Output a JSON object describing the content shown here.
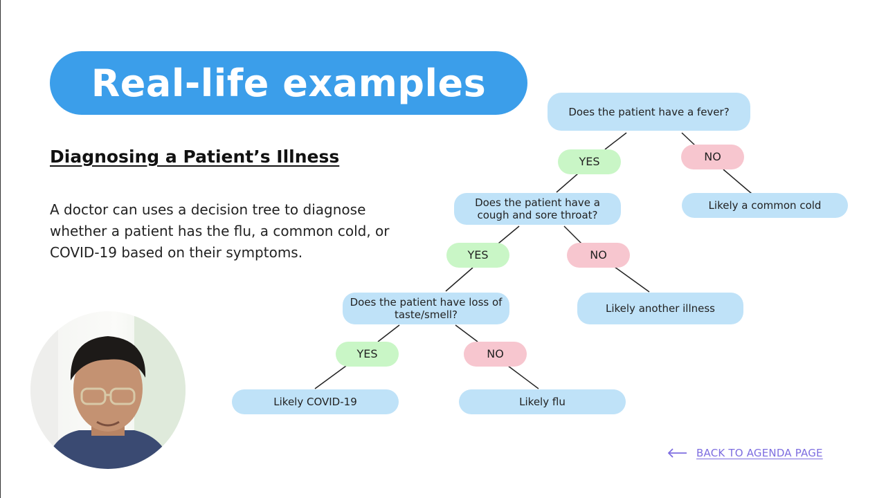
{
  "slide": {
    "title": "Real-life examples",
    "subtitle": "Diagnosing a Patient’s Illness",
    "body": "A doctor can uses a decision tree to diagnose whether a patient has the flu, a common cold, or COVID-19 based on their symptoms.",
    "back_link": "BACK TO AGENDA PAGE",
    "back_icon": "left-arrow-icon"
  },
  "tree": {
    "q1": "Does the patient have a fever?",
    "q1_yes": "YES",
    "q1_no": "NO",
    "leaf_cold": "Likely a common cold",
    "q2": "Does the patient have a cough and sore throat?",
    "q2_yes": "YES",
    "q2_no": "NO",
    "leaf_other": "Likely another illness",
    "q3": "Does the patient have loss of taste/smell?",
    "q3_yes": "YES",
    "q3_no": "NO",
    "leaf_covid": "Likely COVID-19",
    "leaf_flu": "Likely flu"
  },
  "colors": {
    "title_bg": "#3b9eea",
    "question_bg": "#bfe2f8",
    "yes_bg": "#c9f6c6",
    "no_bg": "#f7c6cf",
    "link": "#7d6de0"
  }
}
